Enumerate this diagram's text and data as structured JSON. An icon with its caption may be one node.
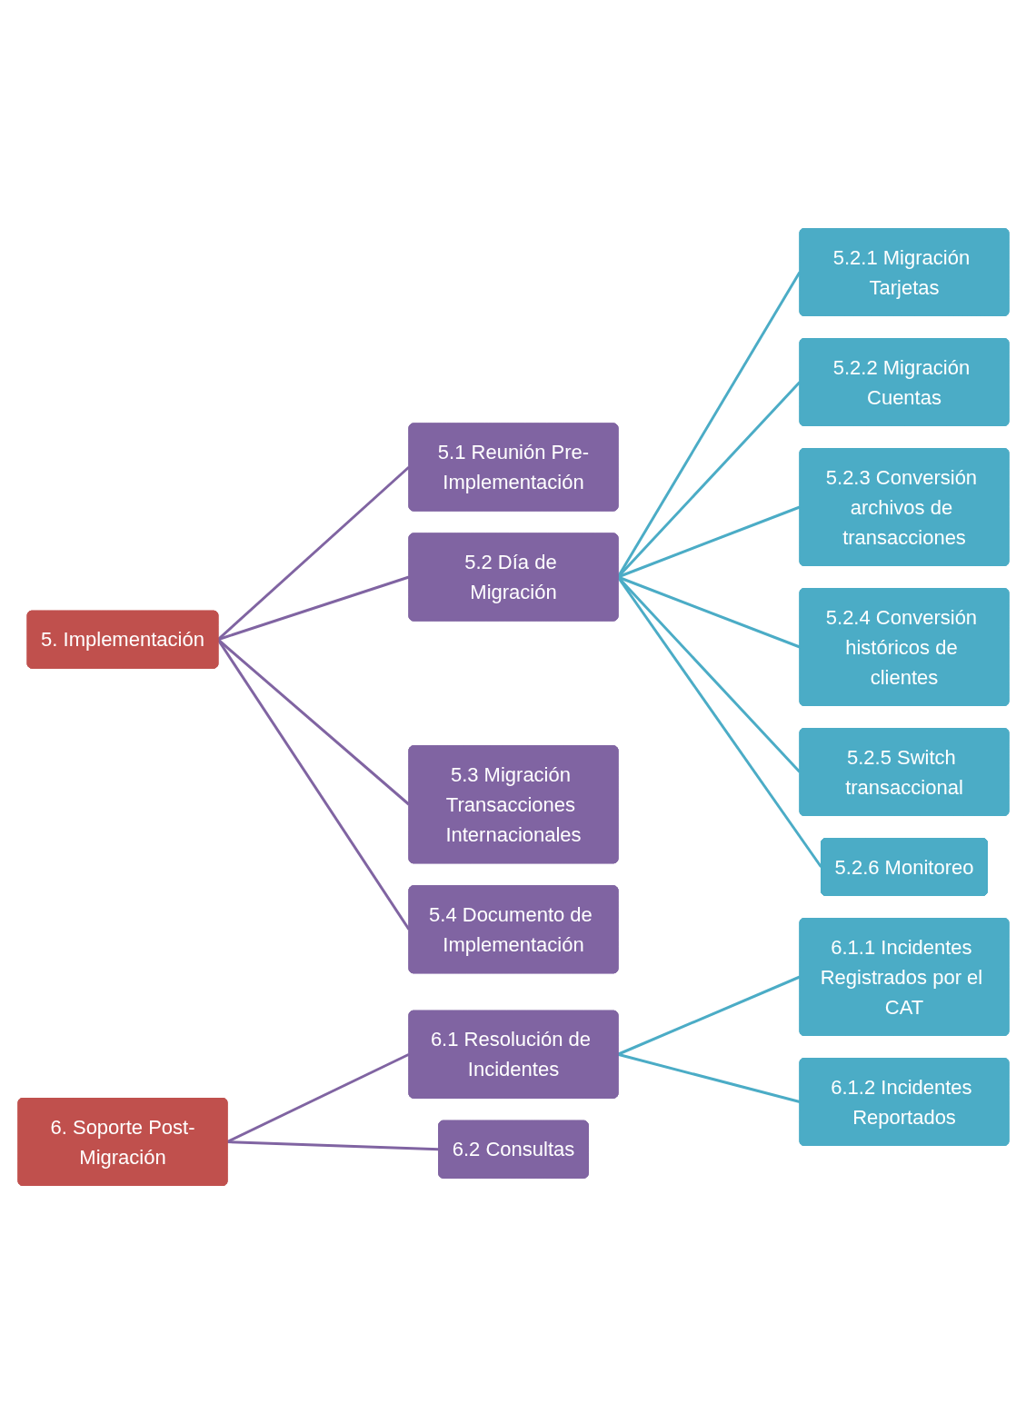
{
  "diagram": {
    "nodes": [
      {
        "text": [
          "5. Implementación"
        ]
      },
      {
        "text": [
          "5.1 Reunión Pre-Implementación"
        ]
      },
      {
        "text": [
          "5.2 Día de Migración"
        ]
      },
      {
        "text": [
          "5.3 Migración Transacciones Internacionales"
        ]
      },
      {
        "text": [
          "5.4 Documento de Implementación"
        ]
      },
      {
        "text": [
          "5.2.1 Migración Tarjetas"
        ]
      },
      {
        "text": [
          "5.2.2 Migración Cuentas"
        ]
      },
      {
        "text": [
          "5.2.3 Conversión archivos de transacciones"
        ]
      },
      {
        "text": [
          "5.2.4 Conversión históricos de clientes"
        ]
      },
      {
        "text": [
          "5.2.5 Switch transaccional"
        ]
      },
      {
        "text": [
          "5.2.6 Monitoreo"
        ]
      },
      {
        "text": [
          "6. Soporte Post-Migración"
        ]
      },
      {
        "text": [
          "6.1 Resolución de Incidentes"
        ]
      },
      {
        "text": [
          "6.2 Consultas"
        ]
      },
      {
        "text": [
          "6.1.1 Incidentes Registrados por el CAT"
        ]
      },
      {
        "text": [
          "6.1.2 Incidentes Reportados"
        ]
      }
    ],
    "edges": [
      {
        "from": 0,
        "to": 1,
        "arrow": "none",
        "color": "#8064a2"
      },
      {
        "from": 0,
        "to": 2,
        "arrow": "none",
        "color": "#8064a2"
      },
      {
        "from": 0,
        "to": 3,
        "arrow": "none",
        "color": "#8064a2"
      },
      {
        "from": 0,
        "to": 4,
        "arrow": "none",
        "color": "#8064a2"
      },
      {
        "from": 2,
        "to": 5,
        "arrow": "none"
      },
      {
        "from": 2,
        "to": 6,
        "arrow": "none"
      },
      {
        "from": 2,
        "to": 7,
        "arrow": "none"
      },
      {
        "from": 2,
        "to": 8,
        "arrow": "none"
      },
      {
        "from": 2,
        "to": 9,
        "arrow": "none"
      },
      {
        "from": 2,
        "to": 10,
        "arrow": "none"
      },
      {
        "from": 11,
        "to": 12,
        "arrow": "none",
        "color": "#8064a2"
      },
      {
        "from": 11,
        "to": 13,
        "arrow": "none",
        "color": "#8064a2"
      },
      {
        "from": 12,
        "to": 14,
        "arrow": "none"
      },
      {
        "from": 12,
        "to": 15,
        "arrow": "none"
      }
    ]
  }
}
